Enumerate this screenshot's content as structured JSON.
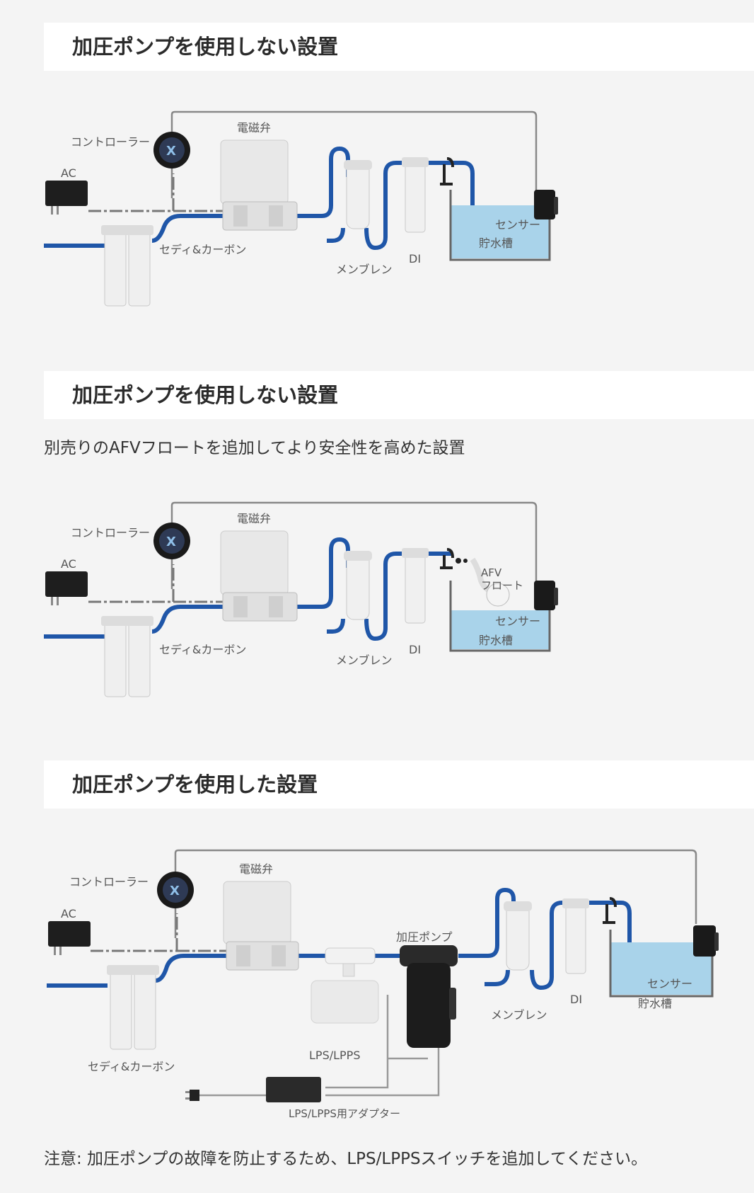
{
  "sections": [
    {
      "heading": "加圧ポンプを使用しない設置",
      "labels": {
        "controller": "コントローラー",
        "solenoid": "電磁弁",
        "ac": "AC",
        "sediment_carbon": "セディ&カーボン",
        "membrane": "メンブレン",
        "di": "DI",
        "sensor": "センサー",
        "tank": "貯水槽"
      }
    },
    {
      "heading": "加圧ポンプを使用しない設置",
      "description": "別売りのAFVフロートを追加してより安全性を高めた設置",
      "labels": {
        "controller": "コントローラー",
        "solenoid": "電磁弁",
        "ac": "AC",
        "sediment_carbon": "セディ&カーボン",
        "membrane": "メンブレン",
        "di": "DI",
        "afv": "AFV",
        "float": "フロート",
        "sensor": "センサー",
        "tank": "貯水槽"
      }
    },
    {
      "heading": "加圧ポンプを使用した設置",
      "labels": {
        "controller": "コントローラー",
        "solenoid": "電磁弁",
        "ac": "AC",
        "sediment_carbon": "セディ&カーボン",
        "booster_pump": "加圧ポンプ",
        "lps": "LPS/LPPS",
        "adapter": "LPS/LPPS用アダプター",
        "membrane": "メンブレン",
        "di": "DI",
        "sensor": "センサー",
        "tank": "貯水槽"
      },
      "note": "注意: 加圧ポンプの故障を防止するため、LPS/LPPSスイッチを追加してください。"
    }
  ],
  "colors": {
    "background": "#f4f4f4",
    "heading_bg": "#ffffff",
    "pipe": "#1f56a8",
    "wire": "#888888",
    "tank_water": "#a9d3ea"
  }
}
